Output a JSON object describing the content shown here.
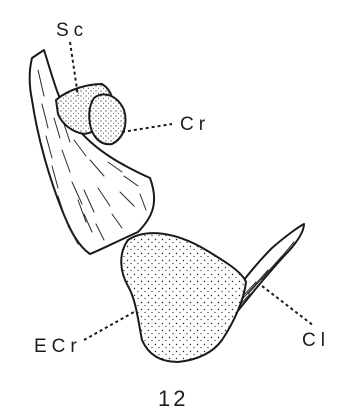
{
  "labels": {
    "sc": "Sc",
    "cr": "Cr",
    "ecr": "ECr",
    "cl": "Cl"
  },
  "figure_number": "12"
}
